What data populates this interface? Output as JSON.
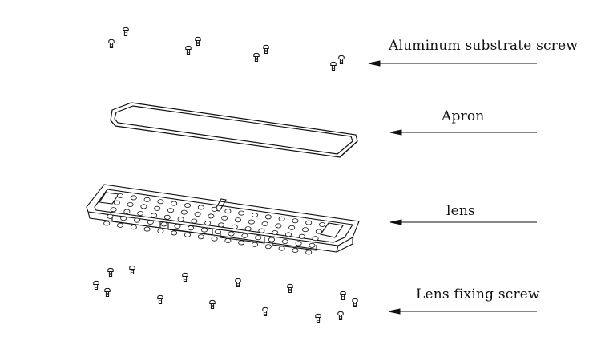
{
  "labels": {
    "substrate_screw": "Aluminum substrate screw",
    "apron": "Apron",
    "lens": "lens",
    "fixing_screw": "Lens fixing screw"
  },
  "colors": {
    "line": "#111111",
    "background": "#ffffff"
  },
  "icons": {
    "screw": "screw-icon",
    "arrow": "arrow-left-icon"
  }
}
